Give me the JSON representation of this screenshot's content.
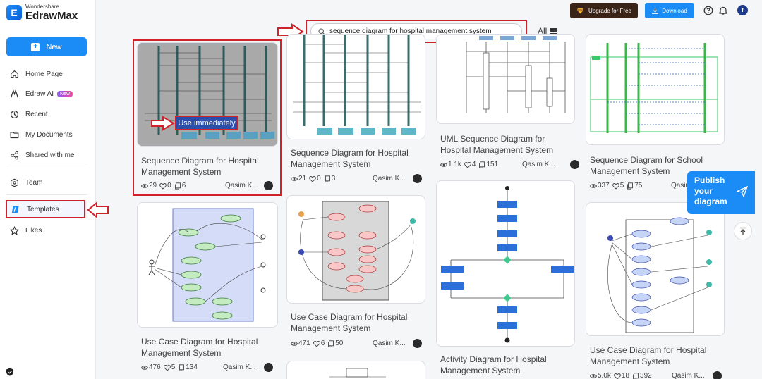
{
  "app": {
    "brand_line1": "Wondershare",
    "brand_line2": "EdrawMax",
    "brand_mark": "E"
  },
  "sidebar": {
    "new_label": "New",
    "items": [
      {
        "label": "Home Page",
        "icon": "home-icon"
      },
      {
        "label": "Edraw AI",
        "icon": "ai-icon",
        "badge": "New"
      },
      {
        "label": "Recent",
        "icon": "clock-icon"
      },
      {
        "label": "My Documents",
        "icon": "folder-icon"
      },
      {
        "label": "Shared with me",
        "icon": "share-icon"
      },
      {
        "label": "Team",
        "icon": "team-icon"
      },
      {
        "label": "Templates",
        "icon": "templates-icon",
        "active": true
      },
      {
        "label": "Likes",
        "icon": "star-icon"
      }
    ]
  },
  "topbar": {
    "upgrade_label": "Upgrade for Free",
    "download_label": "Download",
    "avatar_letter": "f"
  },
  "search": {
    "value": "sequence diagram for hospital management system",
    "filter_label": "All"
  },
  "cards": [
    {
      "title_l1": "Sequence Diagram for Hospital",
      "title_l2": "Management System",
      "views": "29",
      "likes": "0",
      "copies": "6",
      "author": "Qasim K...",
      "hover_action": "Use immediately"
    },
    {
      "title_l1": "Sequence Diagram for Hospital",
      "title_l2": "Management System",
      "views": "21",
      "likes": "0",
      "copies": "3",
      "author": "Qasim K..."
    },
    {
      "title_l1": "UML Sequence Diagram for",
      "title_l2": "Hospital Management System",
      "views": "1.1k",
      "likes": "4",
      "copies": "151",
      "author": "Qasim K..."
    },
    {
      "title_l1": "Sequence Diagram for School",
      "title_l2": "Management System",
      "views": "337",
      "likes": "5",
      "copies": "75",
      "author": "Qasim"
    },
    {
      "title_l1": "Use Case Diagram for Hospital",
      "title_l2": "Management System",
      "views": "476",
      "likes": "5",
      "copies": "134",
      "author": "Qasim K..."
    },
    {
      "title_l1": "Use Case Diagram for Hospital",
      "title_l2": "Management System",
      "views": "471",
      "likes": "6",
      "copies": "50",
      "author": "Qasim K..."
    },
    {
      "title_l1": "Activity Diagram for Hospital",
      "title_l2": "Management System"
    },
    {
      "title_l1": "Use Case Diagram for Hospital",
      "title_l2": "Management System",
      "views": "5.0k",
      "likes": "18",
      "copies": "392",
      "author": "Qasim K..."
    }
  ],
  "publish": {
    "line1": "Publish",
    "line2": "your",
    "line3": "diagram"
  },
  "colors": {
    "accent": "#1b8cf5",
    "highlight_red": "#d0222a",
    "upgrade_bg": "#3a2317"
  }
}
